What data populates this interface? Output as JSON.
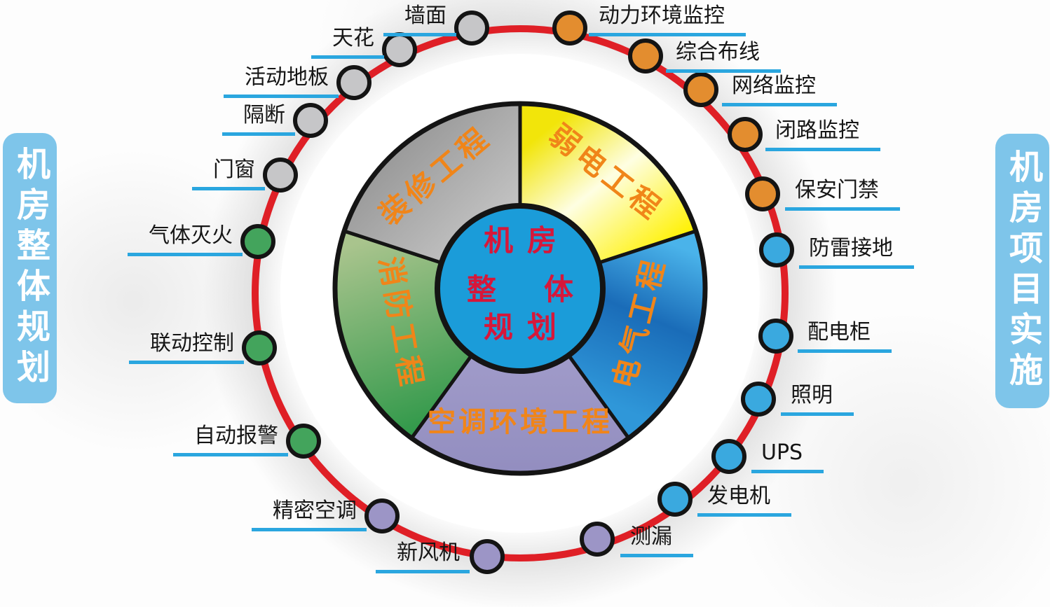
{
  "banners": {
    "left": "机房整体规划",
    "right": "机房项目实施"
  },
  "hub": {
    "lines": [
      "机房",
      "整体",
      "规划"
    ],
    "fill": "#1B9CD9",
    "text_color": "#D6173A"
  },
  "pie": {
    "label_color": "#F08519",
    "segments": [
      {
        "id": "decoration",
        "label": "装修工程",
        "color": "#B3B3B3"
      },
      {
        "id": "low-voltage",
        "label": "弱电工程",
        "color": "#FFF100"
      },
      {
        "id": "electrical",
        "label": "电气工程",
        "color": "#2F97D9"
      },
      {
        "id": "hvac",
        "label": "空调环境工程",
        "color": "#9B97C6"
      },
      {
        "id": "fire",
        "label": "消防工程",
        "color": "#4FA45B"
      }
    ]
  },
  "ring": {
    "color": "#DF1F26"
  },
  "underline_color": "#2AA6DF",
  "nodes": [
    {
      "label": "墙面",
      "color": "gray"
    },
    {
      "label": "动力环境监控",
      "color": "orange"
    },
    {
      "label": "综合布线",
      "color": "orange"
    },
    {
      "label": "网络监控",
      "color": "orange"
    },
    {
      "label": "闭路监控",
      "color": "orange"
    },
    {
      "label": "保安门禁",
      "color": "orange"
    },
    {
      "label": "防雷接地",
      "color": "blue"
    },
    {
      "label": "配电柜",
      "color": "blue"
    },
    {
      "label": "照明",
      "color": "blue"
    },
    {
      "label": "UPS",
      "color": "blue"
    },
    {
      "label": "发电机",
      "color": "blue"
    },
    {
      "label": "测漏",
      "color": "purple"
    },
    {
      "label": "新风机",
      "color": "purple"
    },
    {
      "label": "精密空调",
      "color": "purple"
    },
    {
      "label": "自动报警",
      "color": "green"
    },
    {
      "label": "联动控制",
      "color": "green"
    },
    {
      "label": "气体灭火",
      "color": "green"
    },
    {
      "label": "门窗",
      "color": "gray"
    },
    {
      "label": "隔断",
      "color": "gray"
    },
    {
      "label": "活动地板",
      "color": "gray"
    },
    {
      "label": "天花",
      "color": "gray"
    }
  ],
  "node_colors": {
    "gray": "#C6C6C8",
    "orange": "#E38D2F",
    "blue": "#3AA9DF",
    "green": "#43A45C",
    "purple": "#9C95C6"
  }
}
